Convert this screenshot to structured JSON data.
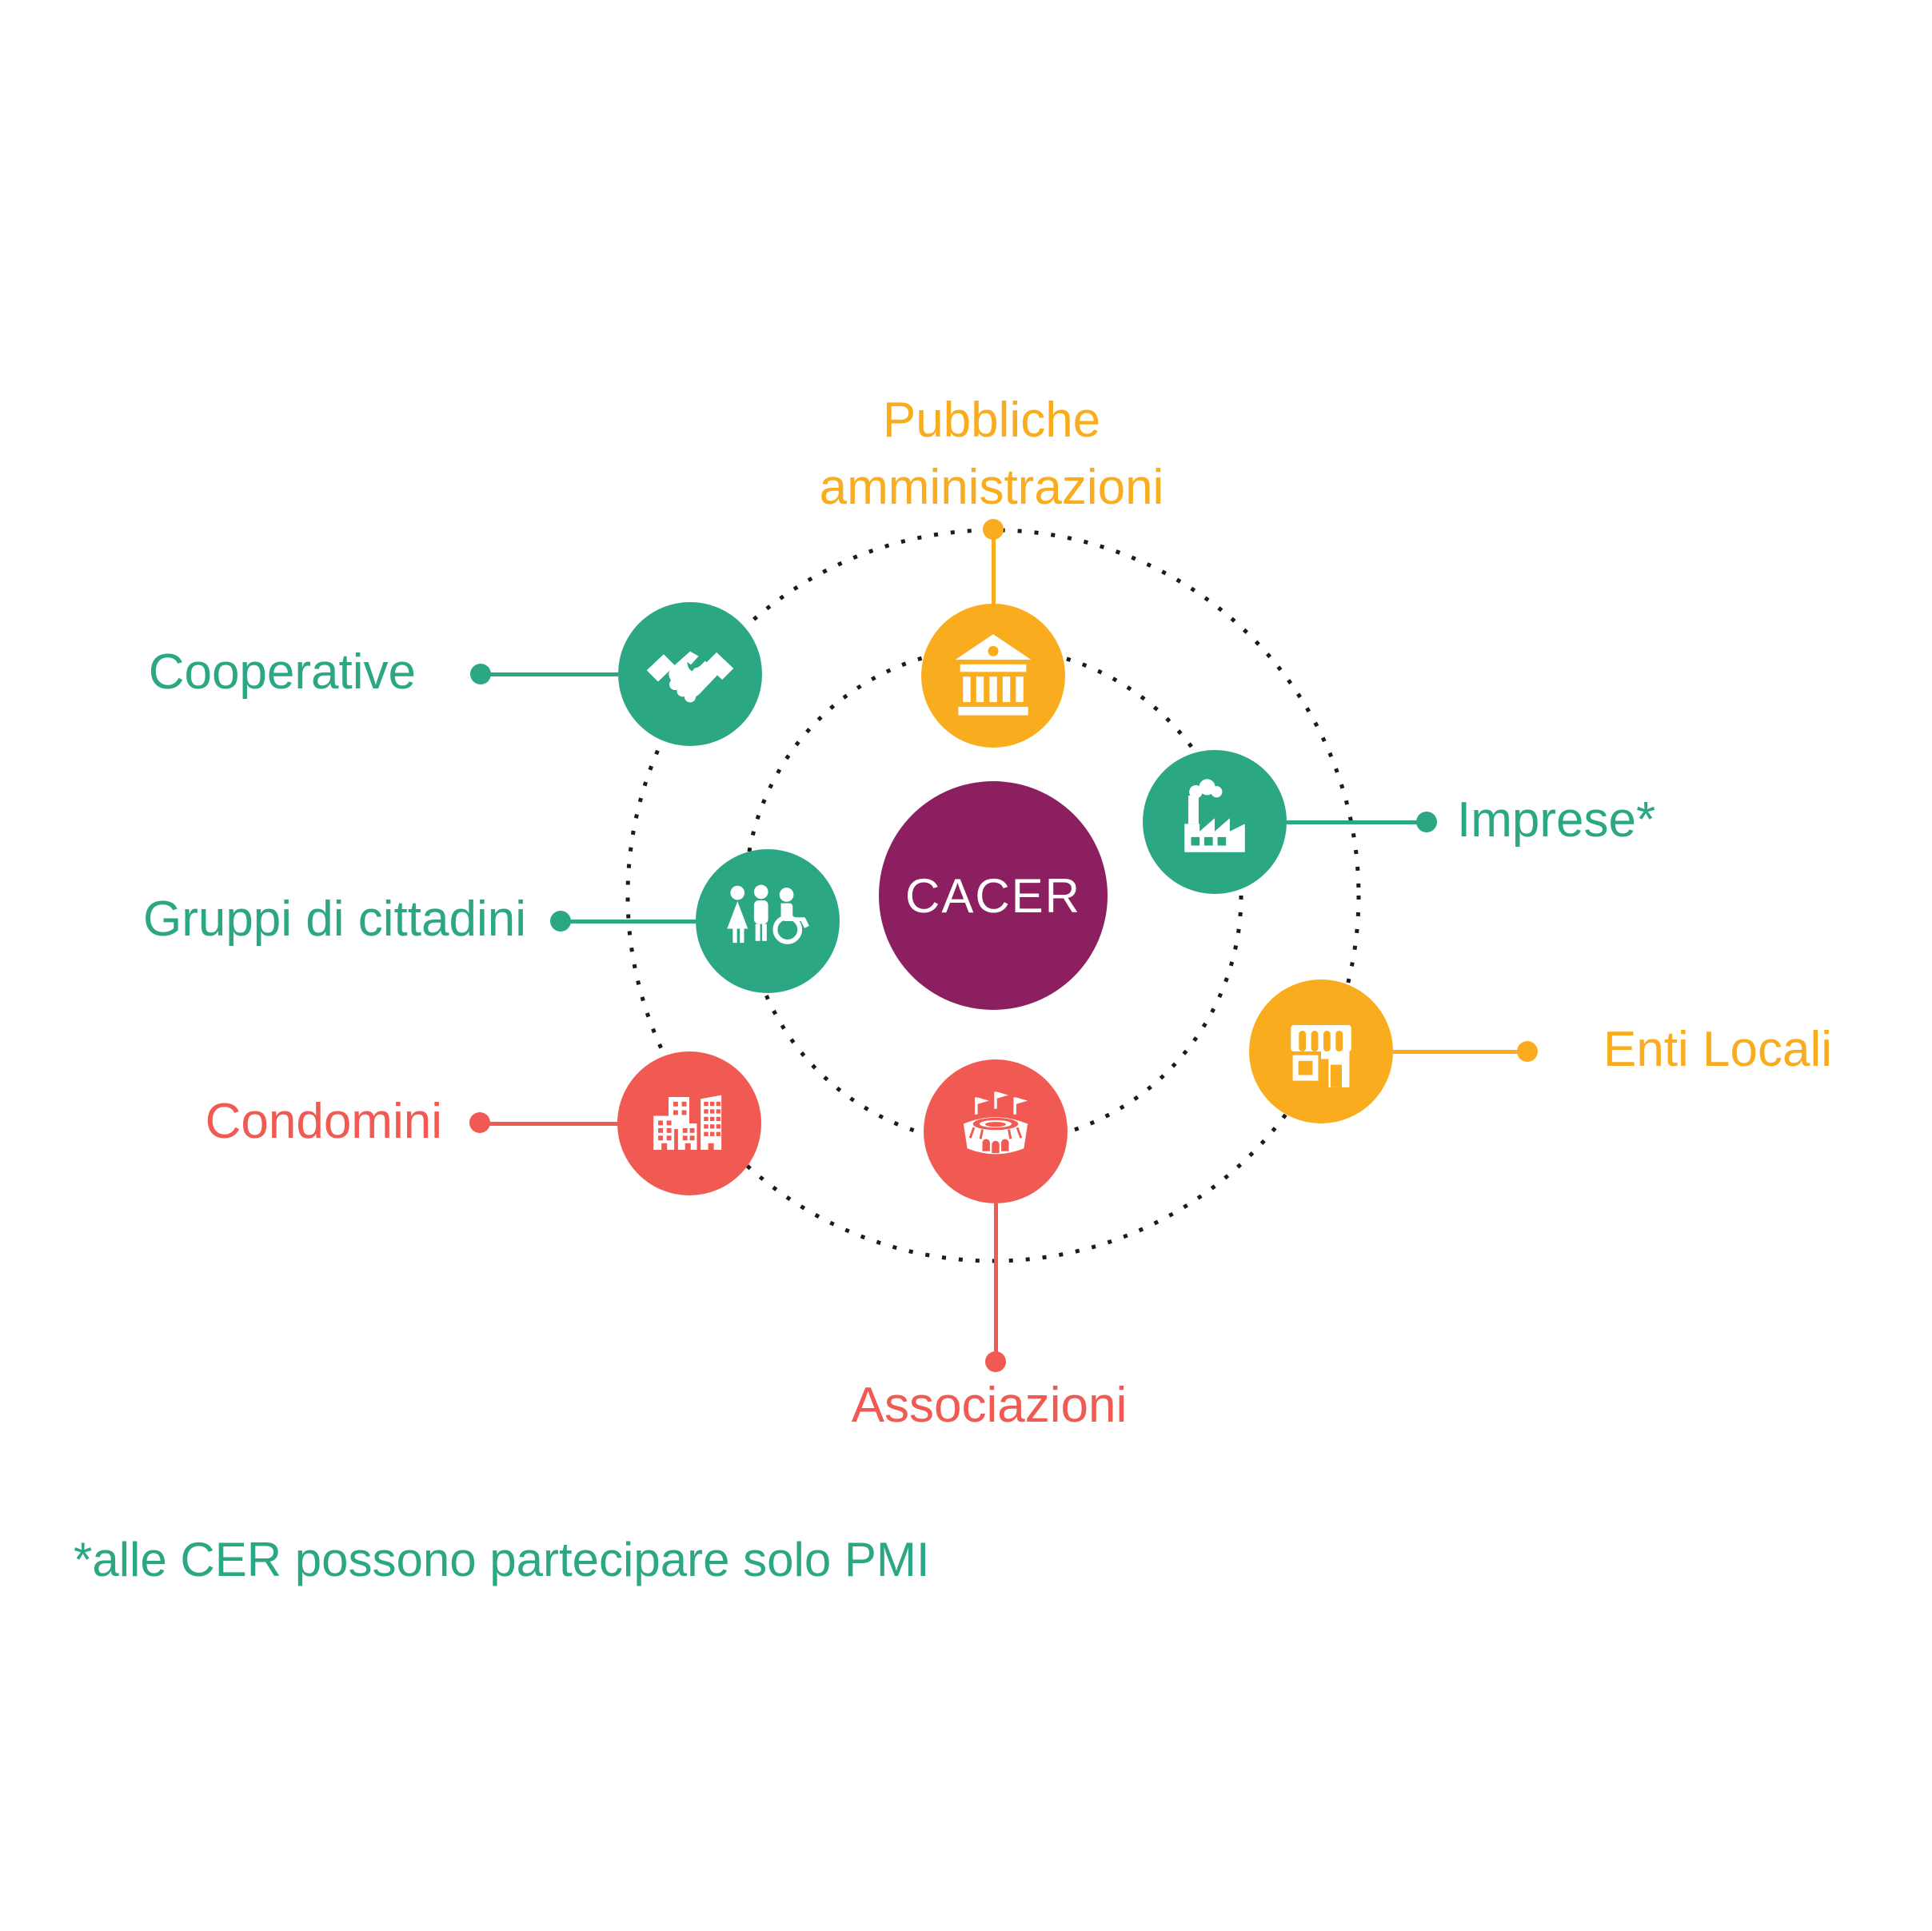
{
  "diagram": {
    "center_label": "CACER",
    "footnote": "*alle CER possono partecipare solo PMI"
  },
  "entities": [
    {
      "id": "pubbliche-amministrazioni",
      "label_line1": "Pubbliche",
      "label_line2": "amministrazioni",
      "color": "#F9AD1E",
      "icon": "bank-icon"
    },
    {
      "id": "cooperative",
      "label": "Cooperative",
      "color": "#2BA783",
      "icon": "handshake-icon"
    },
    {
      "id": "imprese",
      "label": "Imprese*",
      "color": "#2BA783",
      "icon": "factory-icon"
    },
    {
      "id": "gruppi-di-cittadini",
      "label": "Gruppi di cittadini",
      "color": "#2BA783",
      "icon": "people-icon"
    },
    {
      "id": "enti-locali",
      "label": "Enti Locali",
      "color": "#F9AD1E",
      "icon": "storefront-icon"
    },
    {
      "id": "condomini",
      "label": "Condomini",
      "color": "#F15A52",
      "icon": "buildings-icon"
    },
    {
      "id": "associazioni",
      "label": "Associazioni",
      "color": "#F15A52",
      "icon": "stadium-icon"
    }
  ],
  "colors": {
    "center": "#8B1F5F",
    "ring": "#1B1B1B",
    "green": "#2BA783",
    "yellow": "#F9AD1E",
    "red": "#F15A52"
  }
}
